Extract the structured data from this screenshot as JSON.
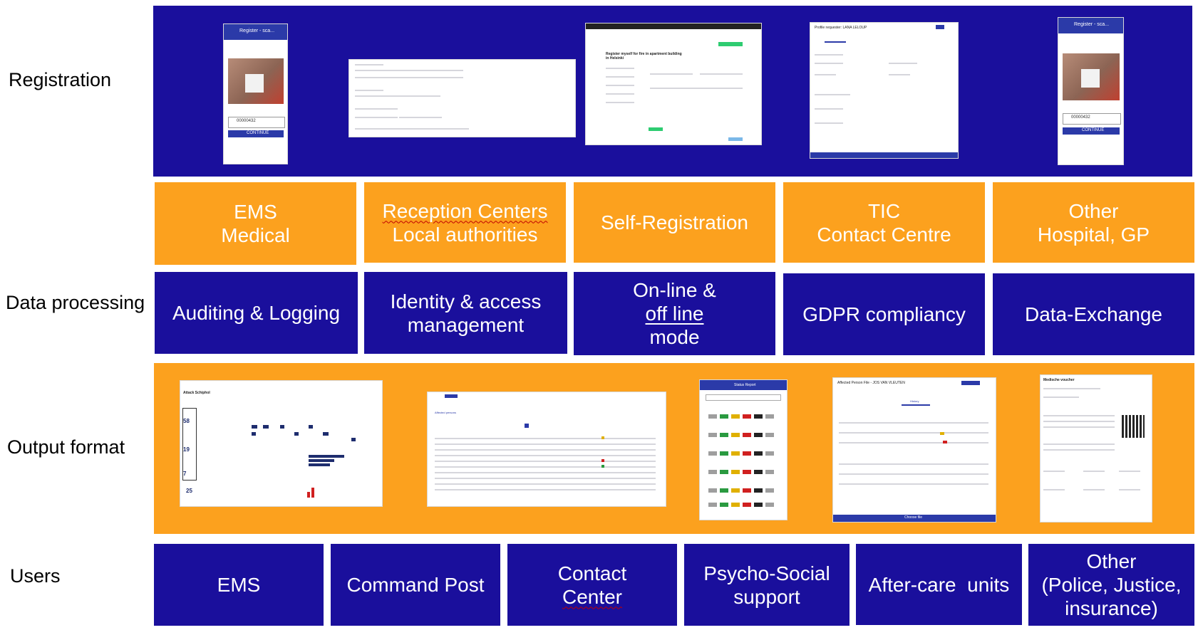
{
  "rows": {
    "registration": "Registration",
    "data_processing": "Data processing",
    "output_format": "Output format",
    "users": "Users"
  },
  "registration_sources": [
    {
      "line1": "EMS",
      "line2": "Medical"
    },
    {
      "line1": "Reception Centers",
      "line2": "Local authorities"
    },
    {
      "line1": "Self-Registration",
      "line2": ""
    },
    {
      "line1": "TIC",
      "line2": "Contact Centre"
    },
    {
      "line1": "Other",
      "line2": "Hospital, GP"
    }
  ],
  "data_processing_items": [
    {
      "text": "Auditing & Logging"
    },
    {
      "line1": "Identity & access",
      "line2": "management"
    },
    {
      "pre": "On-line & ",
      "underlined": "off line",
      "line2": "mode"
    },
    {
      "text": "GDPR compliancy"
    },
    {
      "text": "Data-Exchange"
    }
  ],
  "users": [
    {
      "text": "EMS"
    },
    {
      "text": "Command Post"
    },
    {
      "line1": "Contact",
      "line2": "Center"
    },
    {
      "line1": "Psycho-Social",
      "line2": "support"
    },
    {
      "text": "After-care  units"
    },
    {
      "line1": "Other",
      "line2": "(Police, Justice,",
      "line3": "insurance)"
    }
  ],
  "screenshots": {
    "registration": {
      "mobile_title": "Register - sca...",
      "mobile_input": "00000432",
      "mobile_button": "CONTINUE",
      "self_reg_title": "Register myself for fire in apartment building in Helsinki",
      "profile_title": "Profile requester: LANA LELOUP"
    },
    "output": {
      "dashboard_title": "Attack Schiphol",
      "dashboard_numbers": [
        "58",
        "19",
        "7",
        "25"
      ],
      "list_tab": "Affected persons",
      "status_title": "Status Report",
      "file_title": "Affected Person File - JOS VAN VLEUTEN",
      "file_tab": "History",
      "file_button": "Choose file",
      "voucher_title": "Medische voucher"
    }
  },
  "colors": {
    "blue": "#1a0f9c",
    "orange": "#fca11e",
    "text_white": "#ffffff"
  }
}
